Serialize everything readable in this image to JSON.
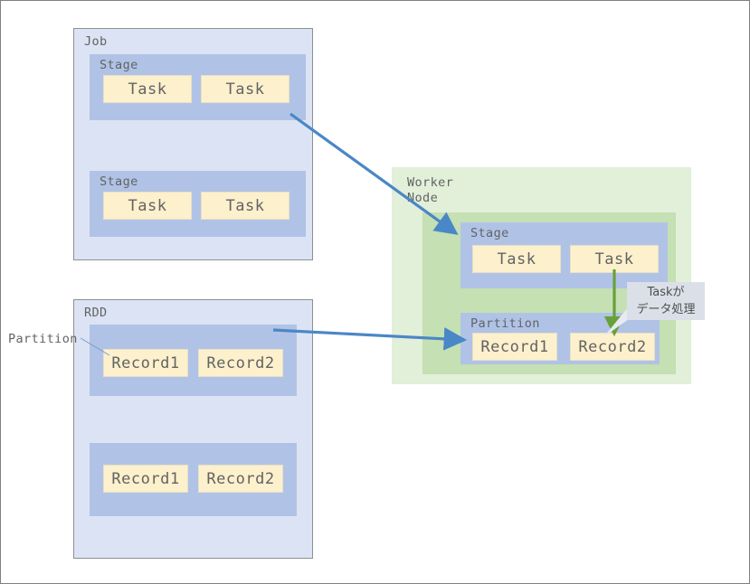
{
  "diagram": {
    "title": "Spark Job / RDD / Worker Node diagram",
    "colors": {
      "canvas_background": "#ffffff",
      "canvas_border": "#808080",
      "container_fill": "#dce3f4",
      "container_border": "#8f8f8f",
      "group_fill": "#b0c3e6",
      "leaf_fill": "#fdf0cd",
      "leaf_border": "#e8e0c4",
      "worker_outer_fill": "#e2efd9",
      "worker_inner_fill": "#c5e0b3",
      "blue_arrow": "#4a87c7",
      "green_arrow": "#68a03a",
      "callout_fill": "#dbe0e8",
      "text": "#636363"
    }
  },
  "job": {
    "title": "Job",
    "stages": [
      {
        "title": "Stage",
        "tasks": [
          {
            "label": "Task"
          },
          {
            "label": "Task"
          }
        ]
      },
      {
        "title": "Stage",
        "tasks": [
          {
            "label": "Task"
          },
          {
            "label": "Task"
          }
        ]
      }
    ]
  },
  "rdd": {
    "title": "RDD",
    "external_label": "Partition",
    "partitions": [
      {
        "records": [
          {
            "label": "Record1"
          },
          {
            "label": "Record2"
          }
        ]
      },
      {
        "records": [
          {
            "label": "Record1"
          },
          {
            "label": "Record2"
          }
        ]
      }
    ]
  },
  "worker_node": {
    "title": "Worker\nNode",
    "stage": {
      "title": "Stage",
      "tasks": [
        {
          "label": "Task"
        },
        {
          "label": "Task"
        }
      ]
    },
    "partition": {
      "title": "Partition",
      "records": [
        {
          "label": "Record1"
        },
        {
          "label": "Record2"
        }
      ]
    }
  },
  "callout": {
    "line1": "Taskが",
    "line2": "データ処理"
  },
  "arrows": [
    {
      "name": "job-stage-to-worker-stage",
      "color": "#4a87c7"
    },
    {
      "name": "rdd-partition-to-worker-partition",
      "color": "#4a87c7"
    },
    {
      "name": "task-to-record-processing",
      "color": "#68a03a"
    },
    {
      "name": "partition-label-leader",
      "color": "#7a9ccc"
    }
  ]
}
